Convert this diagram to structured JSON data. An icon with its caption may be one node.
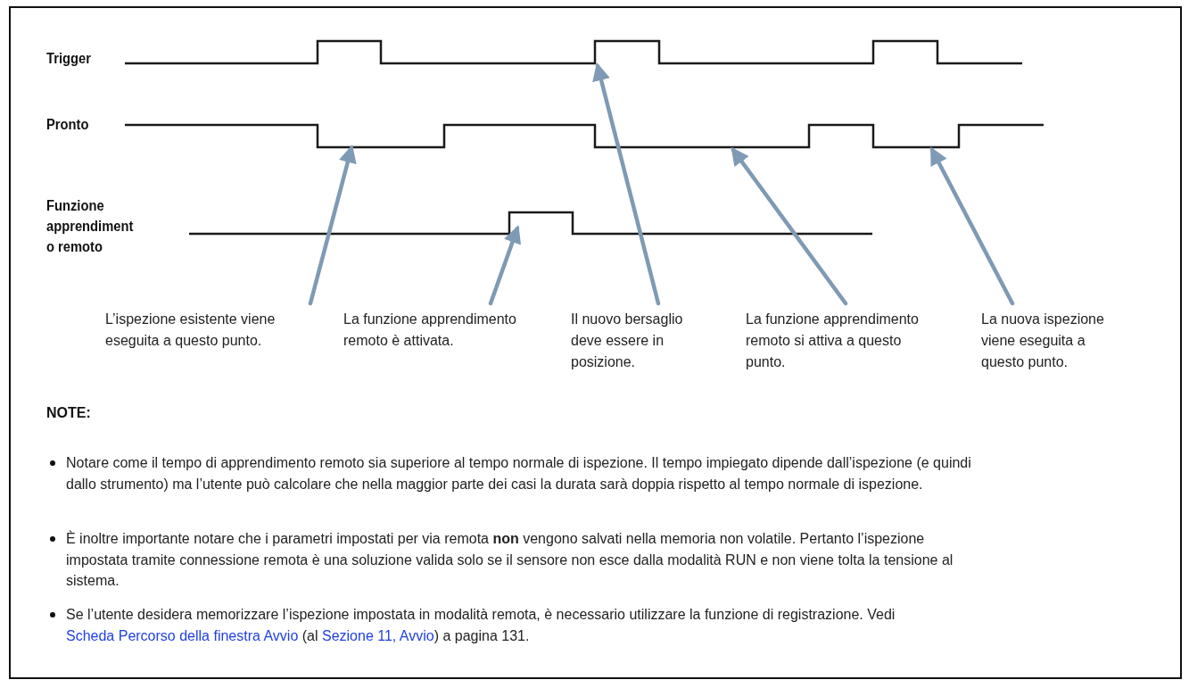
{
  "diagram": {
    "nodes": [
      {
        "text": [
          "L’ispezione esistente viene eseguita a questo punto."
        ]
      },
      {
        "text": [
          "La funzione apprendimento remoto è attivata."
        ]
      },
      {
        "text": [
          "Il nuovo bersaglio deve essere in posizione."
        ]
      },
      {
        "text": [
          "La funzione apprendimento remoto si attiva a questo punto."
        ]
      },
      {
        "text": [
          "La nuova ispezione viene eseguita a questo punto."
        ]
      }
    ],
    "edges": [
      {
        "from": 0,
        "to": null,
        "arrow": "to"
      },
      {
        "from": 1,
        "to": null,
        "arrow": "to"
      },
      {
        "from": 2,
        "to": null,
        "arrow": "to"
      },
      {
        "from": 3,
        "to": null,
        "arrow": "to"
      },
      {
        "from": 4,
        "to": null,
        "arrow": "to"
      }
    ],
    "labels": [
      "Trigger",
      "Pronto",
      "Funzione apprendiment o remoto",
      "NOTE:",
      "Notare come il tempo di apprendimento remoto sia superiore al tempo normale di ispezione. Il tempo impiegato dipende dall’ispezione (e quindi dallo strumento) ma l’utente può calcolare che nella maggior parte dei casi la durata sarà doppia rispetto al tempo normale di ispezione.",
      "È inoltre importante notare che i parametri impostati per via remota **non** vengono salvati nella memoria non volatile. Pertanto l’ispezione impostata tramite connessione remota è una soluzione valida solo se il sensore non esce dalla modalità RUN e non viene tolta la tensione al sistema.",
      "Se l’utente desidera memorizzare l’ispezione impostata in modalità remota, è necessario utilizzare la funzione di registrazione. Vedi",
      "Scheda Percorso della finestra Avvio",
      "(al",
      "Sezione 11, Avvio",
      ") a pagina 131."
    ]
  }
}
